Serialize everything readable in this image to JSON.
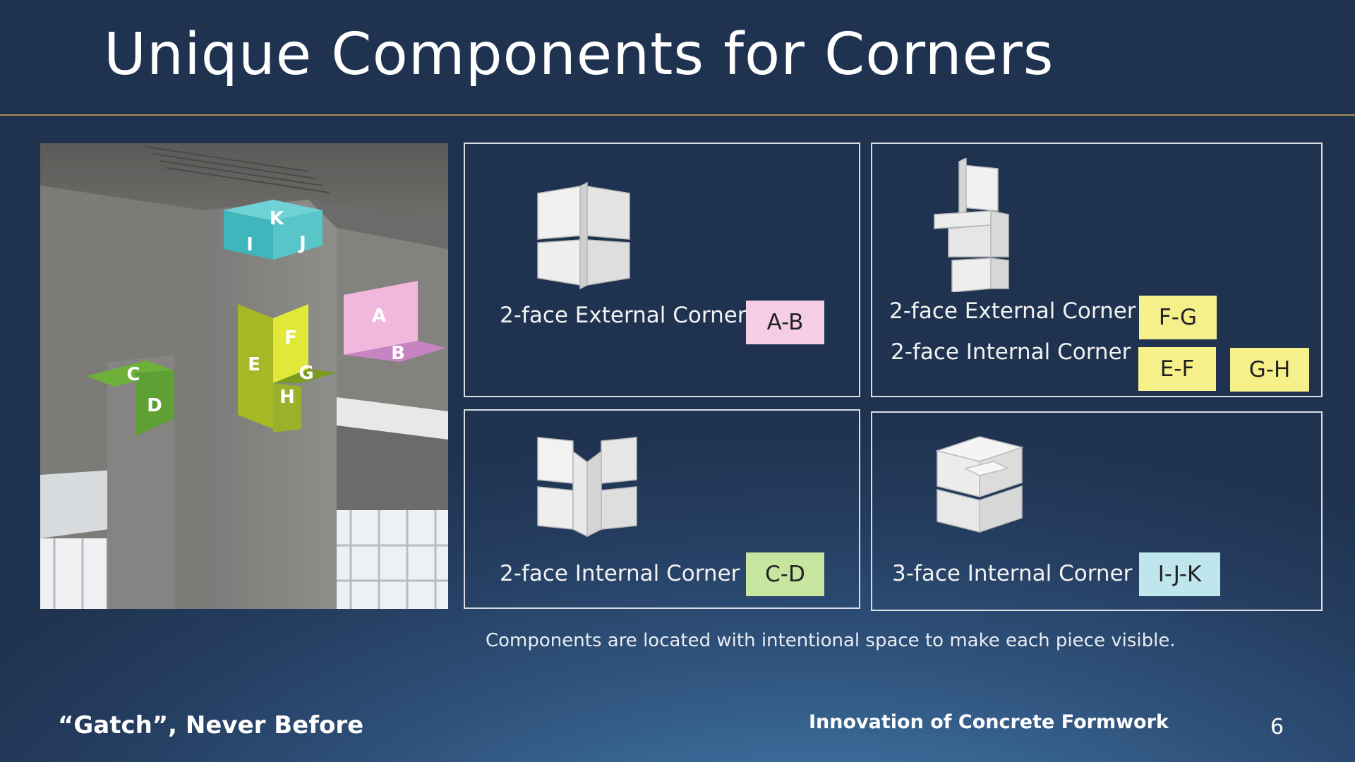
{
  "slide": {
    "title": "Unique Components for Corners",
    "page_number": "6"
  },
  "photo": {
    "labels": [
      "K",
      "I",
      "J",
      "A",
      "B",
      "F",
      "E",
      "G",
      "H",
      "C",
      "D"
    ]
  },
  "panels": [
    {
      "label": "2-face External Corner",
      "tags": [
        {
          "text": "A-B",
          "color": "#f5cde6"
        }
      ]
    },
    {
      "labels": [
        "2-face External Corner",
        "2-face Internal Corner"
      ],
      "tags": [
        {
          "text": "F-G",
          "color": "#f6f08a"
        },
        {
          "text": "E-F",
          "color": "#f6f08a"
        },
        {
          "text": "G-H",
          "color": "#f6f08a"
        }
      ]
    },
    {
      "label": "2-face Internal Corner",
      "tags": [
        {
          "text": "C-D",
          "color": "#c6e59e"
        }
      ]
    },
    {
      "label": "3-face Internal Corner",
      "tags": [
        {
          "text": "I-J-K",
          "color": "#bfe6ec"
        }
      ]
    }
  ],
  "note": "Components are located with intentional space to make each piece visible.",
  "footer": {
    "left": "“Gatch”, Never Before",
    "middle": "Innovation of Concrete Formwork"
  }
}
